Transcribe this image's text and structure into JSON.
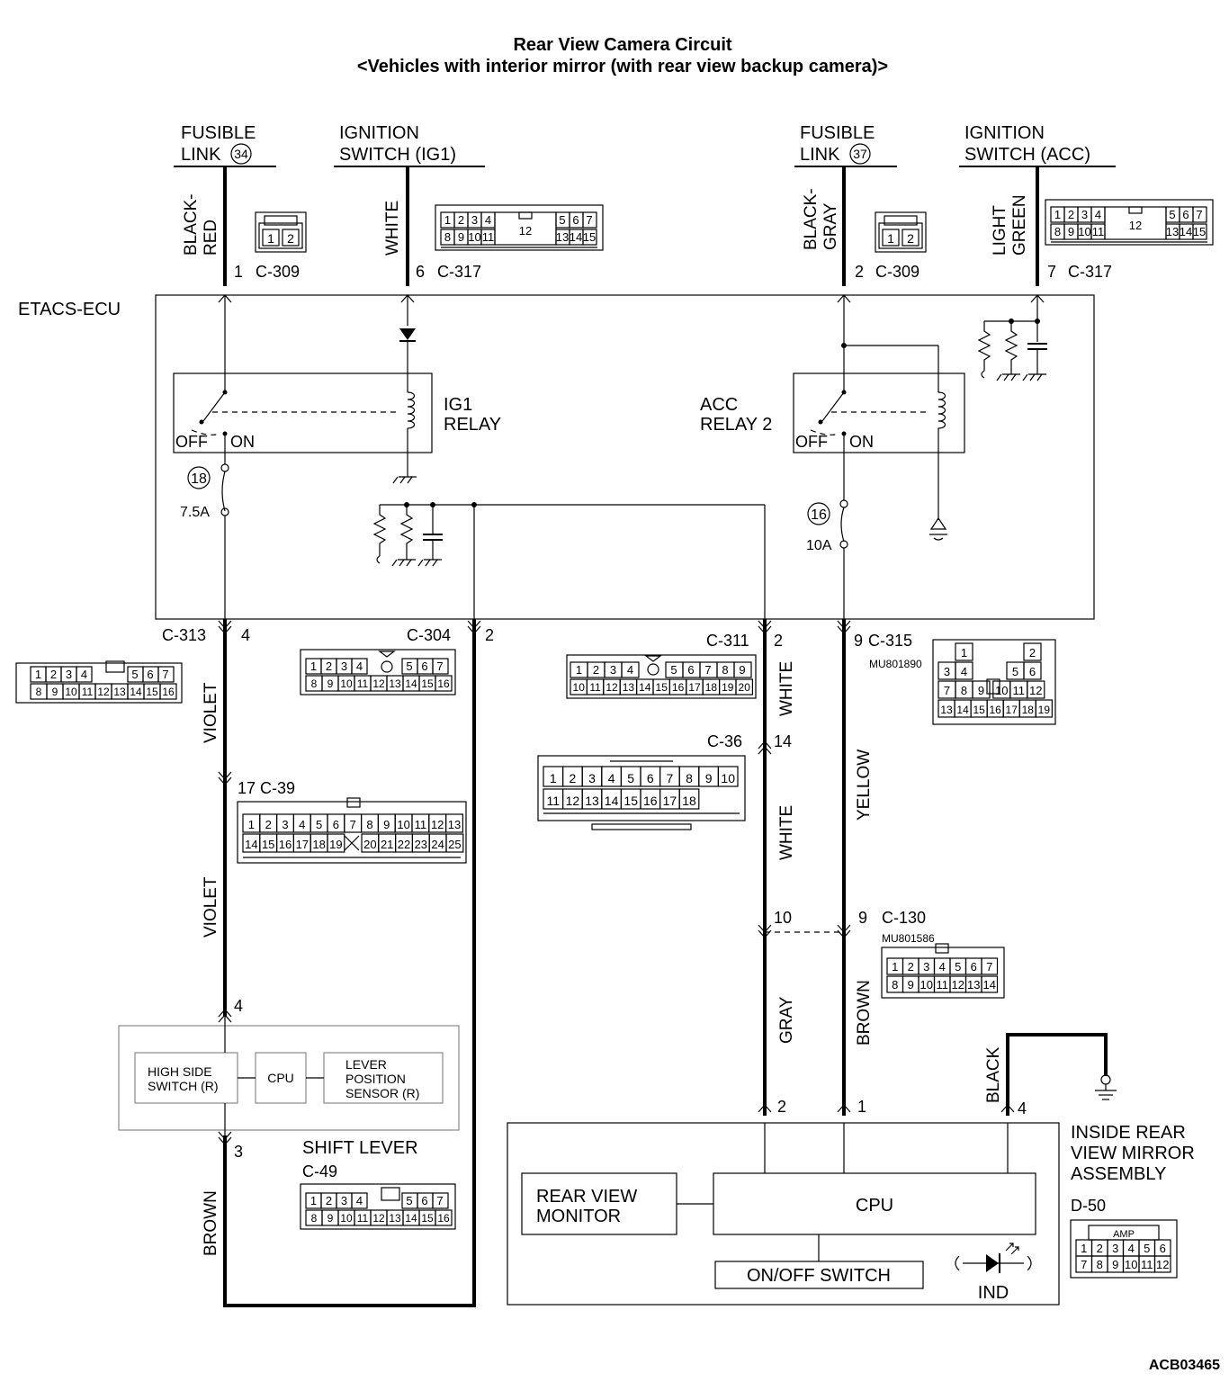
{
  "title": {
    "line1": "Rear View Camera Circuit",
    "line2": "<Vehicles with interior mirror (with rear view backup camera)>"
  },
  "sources": [
    {
      "line1": "FUSIBLE",
      "line2": "LINK",
      "badge": "34"
    },
    {
      "line1": "IGNITION",
      "line2": "SWITCH (IG1)"
    },
    {
      "line1": "FUSIBLE",
      "line2": "LINK",
      "badge": "37"
    },
    {
      "line1": "IGNITION",
      "line2": "SWITCH (ACC)"
    }
  ],
  "wire_colors": {
    "black_red": [
      "BLACK-",
      "RED"
    ],
    "white_top": "WHITE",
    "black_gray": [
      "BLACK-",
      "GRAY"
    ],
    "light_green": [
      "LIGHT",
      "GREEN"
    ],
    "violet_1": "VIOLET",
    "violet_2": "VIOLET",
    "brown_left": "BROWN",
    "white_1": "WHITE",
    "white_2": "WHITE",
    "gray": "GRAY",
    "yellow": "YELLOW",
    "brown_right": "BROWN",
    "black": "BLACK"
  },
  "pins": {
    "p1": "1",
    "c309a": "C-309",
    "p6": "6",
    "c317a": "C-317",
    "p2": "2",
    "c309b": "C-309",
    "p7": "7",
    "c317b": "C-317",
    "c313": "C-313",
    "p4a": "4",
    "c304": "C-304",
    "p2a": "2",
    "c311": "C-311",
    "p2b": "2",
    "p9a": "9",
    "c315": "C-315",
    "mu1": "MU801890",
    "c36": "C-36",
    "p14": "14",
    "p17": "17",
    "c39": "C-39",
    "p10": "10",
    "p9b": "9",
    "c130": "C-130",
    "mu2": "MU801586",
    "p4b": "4",
    "p3": "3",
    "p2c": "2",
    "p1b": "1",
    "p4c": "4",
    "c49": "C-49",
    "d50": "D-50"
  },
  "etacs": {
    "label": "ETACS-ECU",
    "ig1_relay": [
      "IG1",
      "RELAY"
    ],
    "acc_relay": [
      "ACC",
      "RELAY 2"
    ],
    "off": "OFF",
    "on": "ON",
    "fuse18": {
      "num": "18",
      "rating": "7.5A"
    },
    "fuse16": {
      "num": "16",
      "rating": "10A"
    }
  },
  "shift_lever": {
    "label": "SHIFT LEVER",
    "high_side": [
      "HIGH SIDE",
      "SWITCH (R)"
    ],
    "cpu": "CPU",
    "lever_pos": [
      "LEVER",
      "POSITION",
      "SENSOR (R)"
    ]
  },
  "mirror": {
    "label": [
      "INSIDE REAR",
      "VIEW MIRROR",
      "ASSEMBLY"
    ],
    "monitor": [
      "REAR VIEW",
      "MONITOR"
    ],
    "cpu": "CPU",
    "switch": "ON/OFF SWITCH",
    "ind": "IND"
  },
  "connectors": {
    "c309_pins": [
      "1",
      "2"
    ],
    "c317_top": [
      "1",
      "2",
      "3",
      "4",
      "5",
      "6",
      "7"
    ],
    "c317_bot": [
      "8",
      "9",
      "10",
      "11",
      "13",
      "14",
      "15"
    ],
    "c317_mid": "12",
    "c313_top": [
      "1",
      "2",
      "3",
      "4",
      "5",
      "6",
      "7"
    ],
    "c313_bot": [
      "8",
      "9",
      "10",
      "11",
      "12",
      "13",
      "14",
      "15",
      "16"
    ],
    "c304_top": [
      "1",
      "2",
      "3",
      "4",
      "5",
      "6",
      "7"
    ],
    "c304_bot": [
      "8",
      "9",
      "10",
      "11",
      "12",
      "13",
      "14",
      "15",
      "16"
    ],
    "c311_top": [
      "1",
      "2",
      "3",
      "4",
      "5",
      "6",
      "7",
      "8",
      "9"
    ],
    "c311_bot": [
      "10",
      "11",
      "12",
      "13",
      "14",
      "15",
      "16",
      "17",
      "18",
      "19",
      "20"
    ],
    "c315_rows": [
      [
        "1",
        "2"
      ],
      [
        "3",
        "4",
        "5",
        "6"
      ],
      [
        "7",
        "8",
        "9",
        "10",
        "11",
        "12"
      ],
      [
        "13",
        "14",
        "15",
        "16",
        "17",
        "18",
        "19"
      ]
    ],
    "c36_top": [
      "1",
      "2",
      "3",
      "4",
      "5",
      "6",
      "7",
      "8",
      "9",
      "10"
    ],
    "c36_bot": [
      "11",
      "12",
      "13",
      "14",
      "15",
      "16",
      "17",
      "18"
    ],
    "c39_top": [
      "1",
      "2",
      "3",
      "4",
      "5",
      "6",
      "7",
      "8",
      "9",
      "10",
      "11",
      "12",
      "13"
    ],
    "c39_bot": [
      "14",
      "15",
      "16",
      "17",
      "18",
      "19",
      "20",
      "21",
      "22",
      "23",
      "24",
      "25"
    ],
    "c130_top": [
      "1",
      "2",
      "3",
      "4",
      "5",
      "6",
      "7"
    ],
    "c130_bot": [
      "8",
      "9",
      "10",
      "11",
      "12",
      "13",
      "14"
    ],
    "c49_top": [
      "1",
      "2",
      "3",
      "4",
      "5",
      "6",
      "7"
    ],
    "c49_bot": [
      "8",
      "9",
      "10",
      "11",
      "12",
      "13",
      "14",
      "15",
      "16"
    ],
    "d50_tag": "AMP",
    "d50_top": [
      "1",
      "2",
      "3",
      "4",
      "5",
      "6"
    ],
    "d50_bot": [
      "7",
      "8",
      "9",
      "10",
      "11",
      "12"
    ]
  },
  "figure_code": "ACB03465"
}
